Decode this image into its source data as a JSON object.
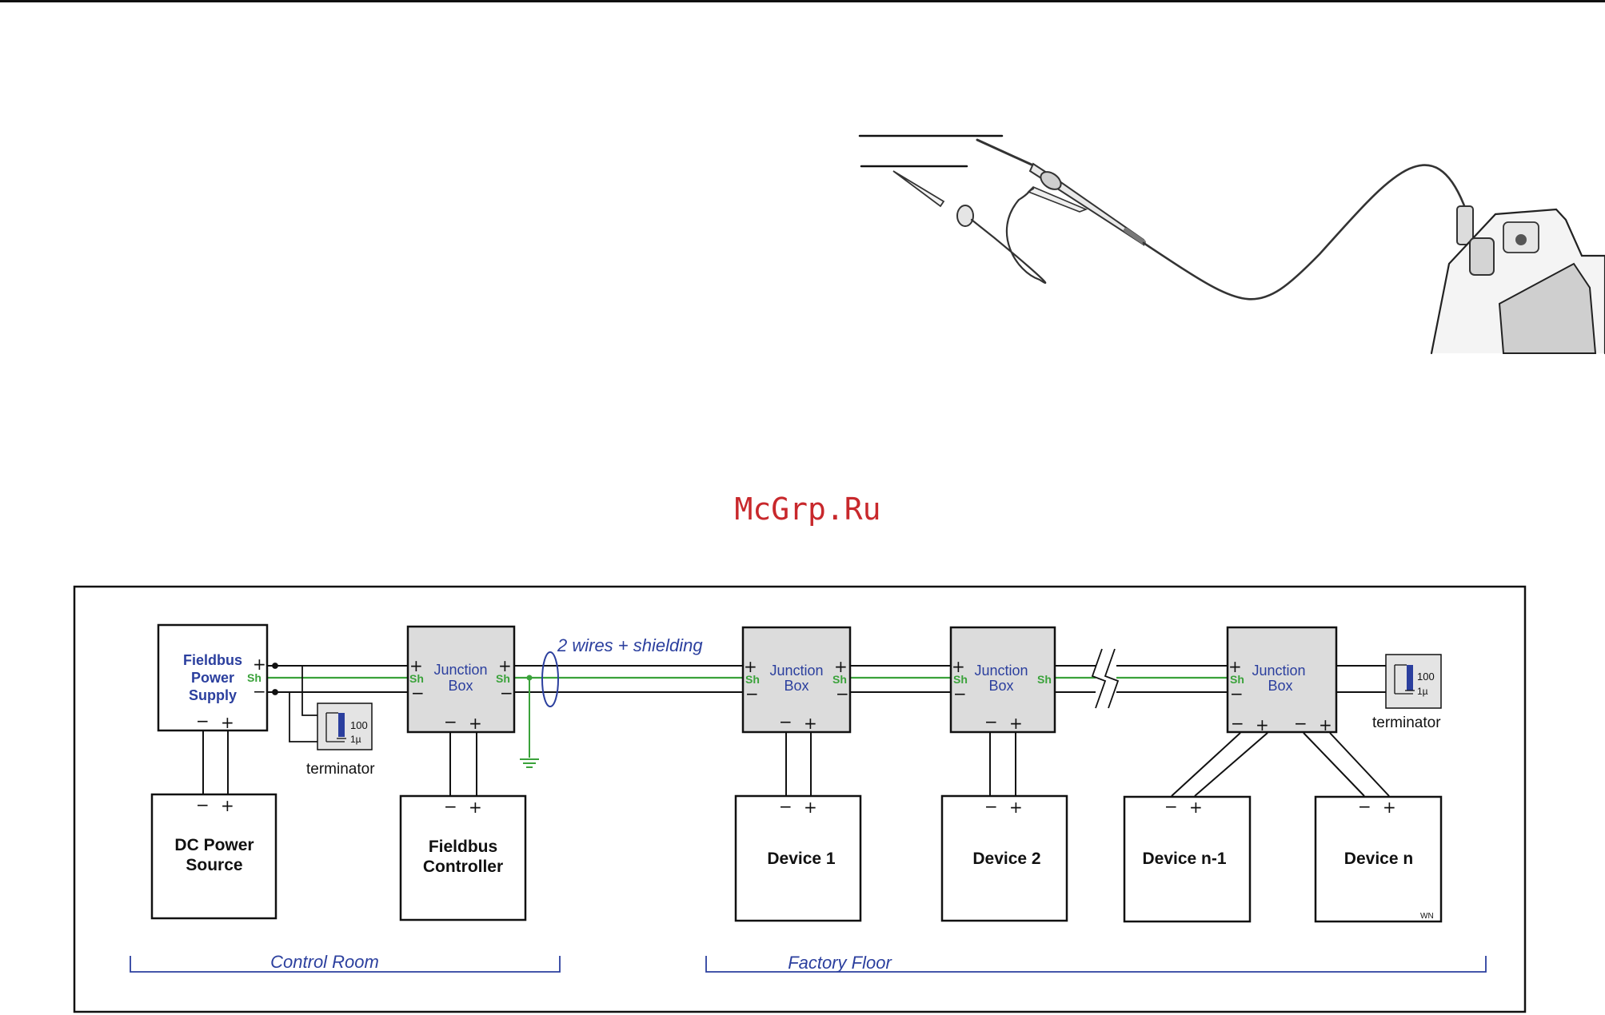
{
  "watermark": "McGrp.Ru",
  "colors": {
    "wire": "#111111",
    "shield": "#3aa23a",
    "blue_text": "#2b3f9e",
    "junction_fill": "#dcdcdc",
    "watermark": "#c8282c"
  },
  "diagram": {
    "wire_label": "2 wires + shielding",
    "fieldbus_power_supply": {
      "line1": "Fieldbus",
      "line2": "Power",
      "line3": "Supply"
    },
    "junction_box": {
      "line1": "Junction",
      "line2": "Box"
    },
    "dc_power_source": {
      "line1": "DC Power",
      "line2": "Source"
    },
    "fieldbus_controller": {
      "line1": "Fieldbus",
      "line2": "Controller"
    },
    "devices": [
      "Device 1",
      "Device 2",
      "Device n-1",
      "Device n"
    ],
    "terminator": {
      "label": "terminator",
      "resistor": "100",
      "capacitor": "1µ"
    },
    "terminal": {
      "plus": "+",
      "minus": "−",
      "shield": "Sh"
    },
    "zones": {
      "left": "Control Room",
      "right": "Factory Floor"
    },
    "signature": "WN"
  }
}
